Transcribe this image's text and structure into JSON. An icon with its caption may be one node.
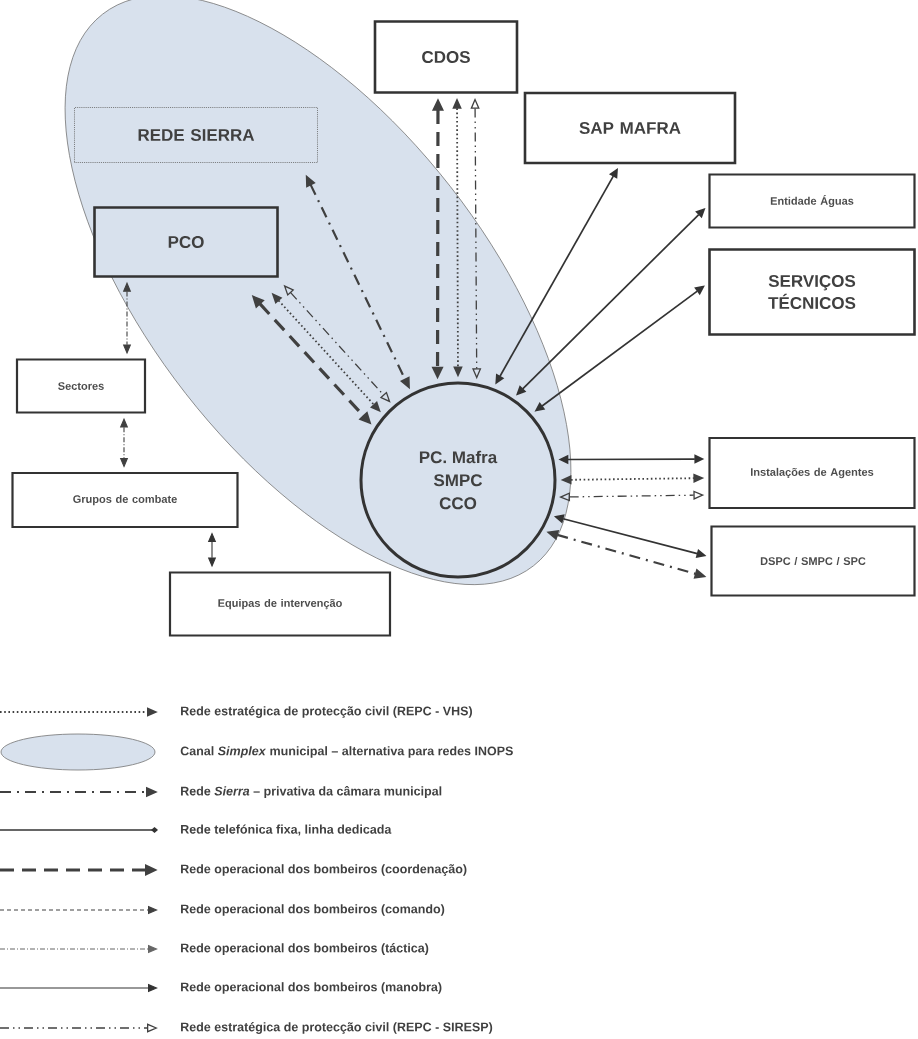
{
  "diagram": {
    "nodes": [
      {
        "text": [],
        "shape": "ellipse"
      },
      {
        "text": [
          "CDOS"
        ]
      },
      {
        "text": [
          "REDE SIERRA"
        ],
        "in": 0
      },
      {
        "text": [
          "SAP MAFRA"
        ]
      },
      {
        "text": [
          "Entidade Águas"
        ]
      },
      {
        "text": [
          "PCO"
        ],
        "in": 0
      },
      {
        "text": [
          "SERVIÇOS TÉCNICOS"
        ]
      },
      {
        "text": [
          "Sectores"
        ]
      },
      {
        "text": [
          "PC. Mafra",
          "SMPC",
          "CCO"
        ],
        "in": 0
      },
      {
        "text": [
          "Instalações de Agentes"
        ]
      },
      {
        "text": [
          "Grupos de combate"
        ]
      },
      {
        "text": [
          "DSPC / SMPC / SPC"
        ]
      },
      {
        "text": [
          "Equipas de intervenção"
        ]
      }
    ],
    "edges": [
      {
        "from": 1,
        "to": 8,
        "arrow": "both",
        "style": "dashed"
      },
      {
        "from": 1,
        "to": 8,
        "arrow": "both",
        "style": "dashed"
      },
      {
        "from": 1,
        "to": 8,
        "arrow": "both",
        "style": "dashed"
      },
      {
        "from": 2,
        "to": 8,
        "arrow": "both",
        "style": "dashed"
      },
      {
        "from": 5,
        "to": 8,
        "arrow": "both",
        "style": "dashed"
      },
      {
        "from": 5,
        "to": 8,
        "arrow": "both",
        "style": "dashed"
      },
      {
        "from": 5,
        "to": 8,
        "arrow": "both",
        "style": "dashed"
      },
      {
        "from": 3,
        "to": 8,
        "arrow": "both"
      },
      {
        "from": 4,
        "to": 8,
        "arrow": "both"
      },
      {
        "from": 6,
        "to": 8,
        "arrow": "both"
      },
      {
        "from": 8,
        "to": 9,
        "arrow": "both"
      },
      {
        "from": 8,
        "to": 9,
        "arrow": "both",
        "style": "dashed"
      },
      {
        "from": 8,
        "to": 9,
        "arrow": "both",
        "style": "dashed"
      },
      {
        "from": 8,
        "to": 11,
        "arrow": "both"
      },
      {
        "from": 8,
        "to": 11,
        "arrow": "both",
        "style": "dashed"
      },
      {
        "from": 5,
        "to": 7,
        "arrow": "both",
        "style": "dashed"
      },
      {
        "from": 7,
        "to": 10,
        "arrow": "both",
        "style": "dashed"
      },
      {
        "from": 10,
        "to": 12,
        "arrow": "both"
      }
    ],
    "legend": [
      {
        "text": "Rede estratégica de protecção civil (REPC - VHS)"
      },
      {
        "text": "Canal *Simplex* municipal – alternativa para redes INOPS",
        "color": "#d8e1ed"
      },
      {
        "text": "Rede *Sierra* – privativa da câmara municipal"
      },
      {
        "text": "Rede telefónica fixa, linha dedicada"
      },
      {
        "text": "Rede operacional dos bombeiros (coordenação)"
      },
      {
        "text": "Rede operacional dos bombeiros (comando)"
      },
      {
        "text": "Rede operacional dos bombeiros (táctica)"
      },
      {
        "text": "Rede operacional dos bombeiros (manobra)"
      },
      {
        "text": "Rede estratégica de protecção civil (REPC - SIRESP)"
      }
    ]
  }
}
